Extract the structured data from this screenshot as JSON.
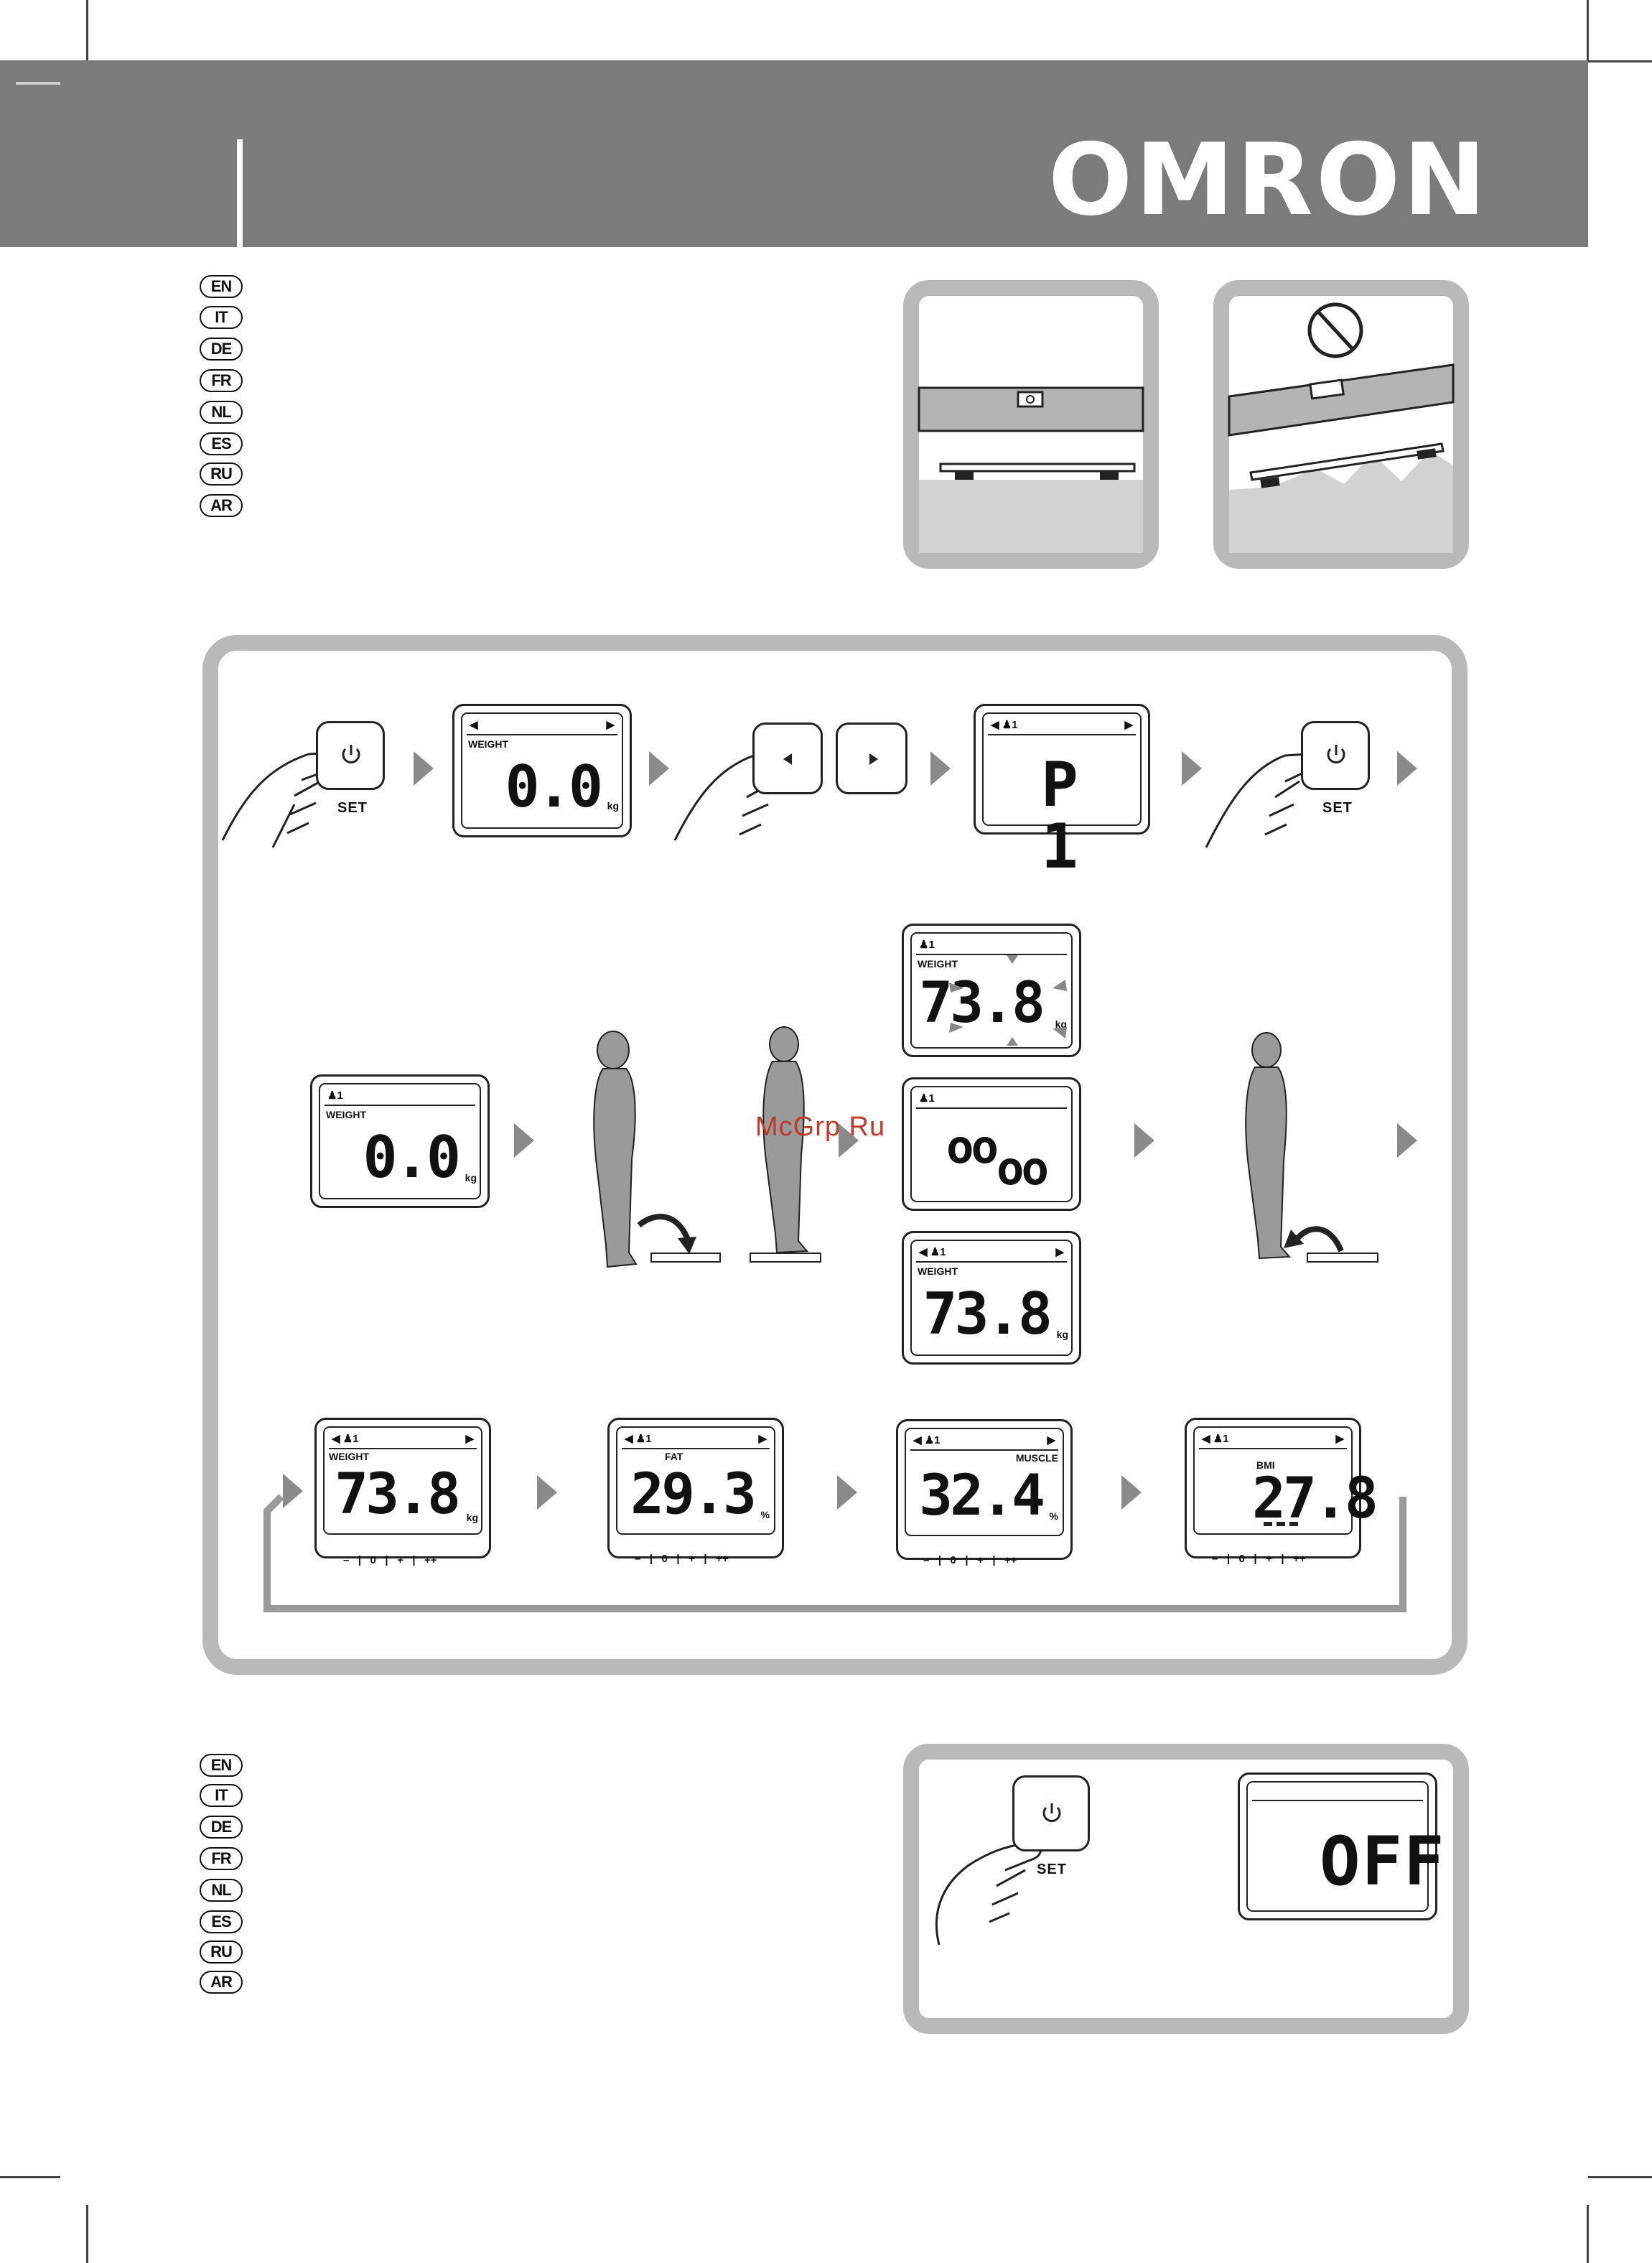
{
  "brand": "OMRON",
  "languages_top": [
    "EN",
    "IT",
    "DE",
    "FR",
    "NL",
    "ES",
    "RU",
    "AR"
  ],
  "languages_bottom": [
    "EN",
    "IT",
    "DE",
    "FR",
    "NL",
    "ES",
    "RU",
    "AR"
  ],
  "watermark": "McGrp.Ru",
  "set_label": "SET",
  "row1": {
    "lcd_a": {
      "label": "WEIGHT",
      "value": "0.0",
      "unit": "kg"
    },
    "lcd_b": {
      "top": "◀ ♟1",
      "value": "P 1"
    }
  },
  "row2": {
    "lcd_c": {
      "user": "♟1",
      "label": "WEIGHT",
      "value": "0.0",
      "unit": "kg"
    },
    "lcd_d": {
      "user": "♟1",
      "label": "WEIGHT",
      "value": "73.8",
      "unit": "kg"
    },
    "lcd_e": {
      "user": "♟1",
      "value_top": "oo",
      "value_bottom": "oo"
    },
    "lcd_f": {
      "user": "◀ ♟1",
      "label": "WEIGHT",
      "value": "73.8",
      "unit": "kg"
    }
  },
  "row3": [
    {
      "user": "◀ ♟1",
      "label": "WEIGHT",
      "value": "73.8",
      "unit": "kg",
      "scale": "–   |   0   |   +   |   ++"
    },
    {
      "user": "◀ ♟1",
      "label": "FAT",
      "value": "29.3",
      "unit": "%",
      "scale": "–   |   0   |   +   |   ++"
    },
    {
      "user": "◀ ♟1",
      "label": "MUSCLE",
      "value": "32.4",
      "unit": "%",
      "scale": "–   |   0   |   +   |   ++"
    },
    {
      "user": "◀ ♟1",
      "label": "BMI",
      "value": "27.8",
      "unit": "",
      "scale": "–   |   0   |   +   |   ++"
    }
  ],
  "off_display": {
    "value": "OFF"
  }
}
